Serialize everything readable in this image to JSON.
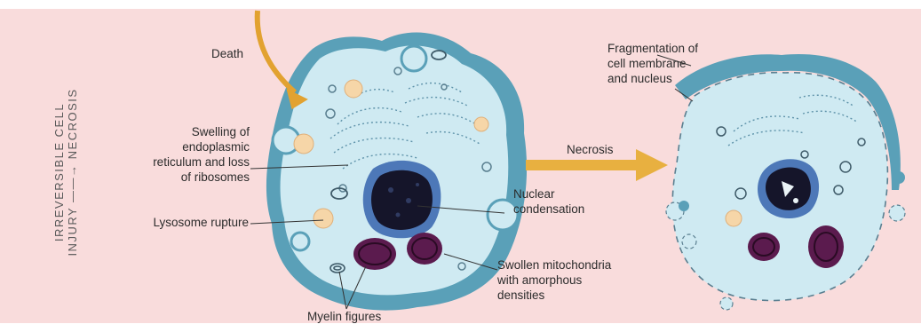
{
  "side_label": {
    "line1": "IRREVERSIBLE CELL",
    "line2": "INJURY ——→ NECROSIS"
  },
  "labels": {
    "death": "Death",
    "swelling_er": [
      "Swelling of",
      "endoplasmic",
      "reticulum and loss",
      "of ribosomes"
    ],
    "lysosome_rupture": "Lysosome rupture",
    "nuclear_condensation": [
      "Nuclear",
      "condensation"
    ],
    "swollen_mitochondria": [
      "Swollen mitochondria",
      "with amorphous",
      "densities"
    ],
    "myelin_figures": "Myelin figures",
    "necrosis": "Necrosis",
    "fragmentation": [
      "Fragmentation of",
      "cell membrane",
      "and nucleus"
    ]
  },
  "colors": {
    "panel_background": "#f9dcdc",
    "cell_membrane": "#5aa0b8",
    "cytoplasm": "#cfeaf2",
    "nucleus_halo": "#4d78b8",
    "nucleus_core": "#15152a",
    "mitochondria": "#5b1b4e",
    "lysosome": "#f6d6a8",
    "death_arrow": "#e2a230",
    "necrosis_arrow": "#e8b040"
  }
}
